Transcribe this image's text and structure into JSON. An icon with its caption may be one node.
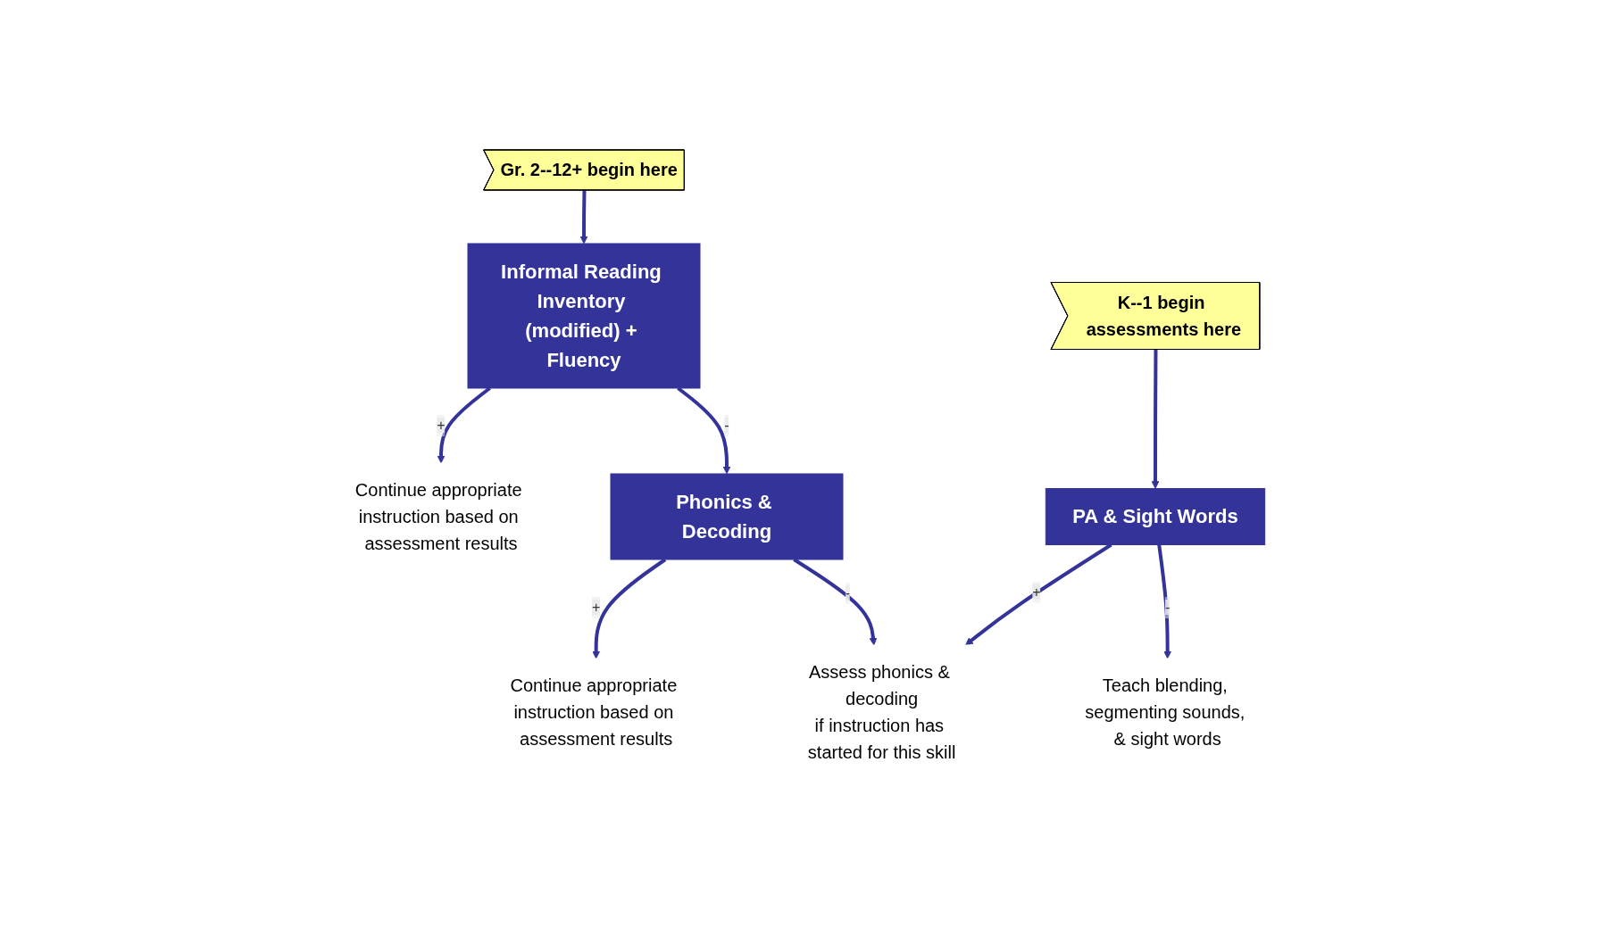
{
  "diagram": {
    "nodes": [
      {
        "text": [
          "Informal Reading Inventory (modified) + Fluency"
        ]
      },
      {
        "text": [
          "Continue appropriate instruction based on assessment results"
        ]
      },
      {
        "text": [
          "Phonics & Decoding"
        ]
      },
      {
        "text": [
          "Continue appropriate instruction based on assessment results"
        ]
      },
      {
        "text": [
          "Assess phonics & decoding",
          "if instruction has started for this skill"
        ]
      },
      {
        "text": [
          "PA & Sight Words"
        ]
      },
      {
        "text": [
          "Teach blending, segmenting sounds, & sight words"
        ]
      },
      {
        "text": [
          "Gr. 2--12+ begin here"
        ]
      },
      {
        "text": [
          "K--1 begin assessments here"
        ]
      }
    ],
    "edges": [
      {
        "from": 7,
        "to": 0,
        "arrow": "to"
      },
      {
        "from": 0,
        "to": 1,
        "label": "+",
        "arrow": "to"
      },
      {
        "from": 0,
        "to": 2,
        "label": "-",
        "arrow": "to"
      },
      {
        "from": 2,
        "to": 3,
        "label": "+",
        "arrow": "to"
      },
      {
        "from": 2,
        "to": 4,
        "label": "-",
        "arrow": "to"
      },
      {
        "from": 8,
        "to": 5,
        "arrow": "to"
      },
      {
        "from": 5,
        "to": 4,
        "label": "+",
        "arrow": "to"
      },
      {
        "from": 5,
        "to": 6,
        "label": "-",
        "arrow": "to"
      }
    ]
  }
}
